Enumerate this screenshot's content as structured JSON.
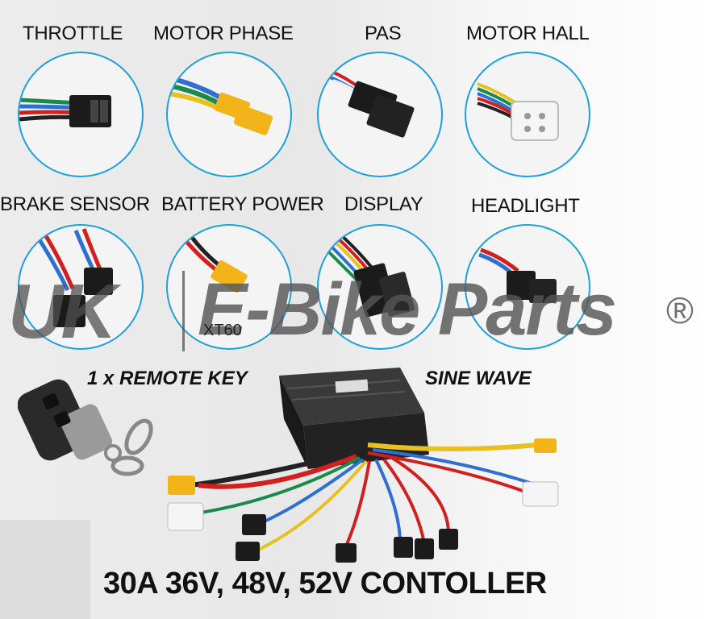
{
  "connectors": [
    {
      "label": "THROTTLE"
    },
    {
      "label": "MOTOR PHASE"
    },
    {
      "label": "PAS"
    },
    {
      "label": "MOTOR HALL"
    },
    {
      "label": "BRAKE SENSOR"
    },
    {
      "label": "BATTERY POWER"
    },
    {
      "label": "DISPLAY"
    },
    {
      "label": "HEADLIGHT"
    }
  ],
  "battery_connector_type": "XT60",
  "watermark": {
    "brand_left": "UK",
    "brand_right": "E-Bike Parts",
    "registered_mark": "®"
  },
  "remote_label": "1 x REMOTE KEY",
  "wave_label": "SINE WAVE",
  "product_title": "30A 36V, 48V, 52V CONTOLLER",
  "colors": {
    "circle_border": "#1fa0d8",
    "xt60_yellow": "#f2b418",
    "controller_body": "#1e1e1e"
  }
}
